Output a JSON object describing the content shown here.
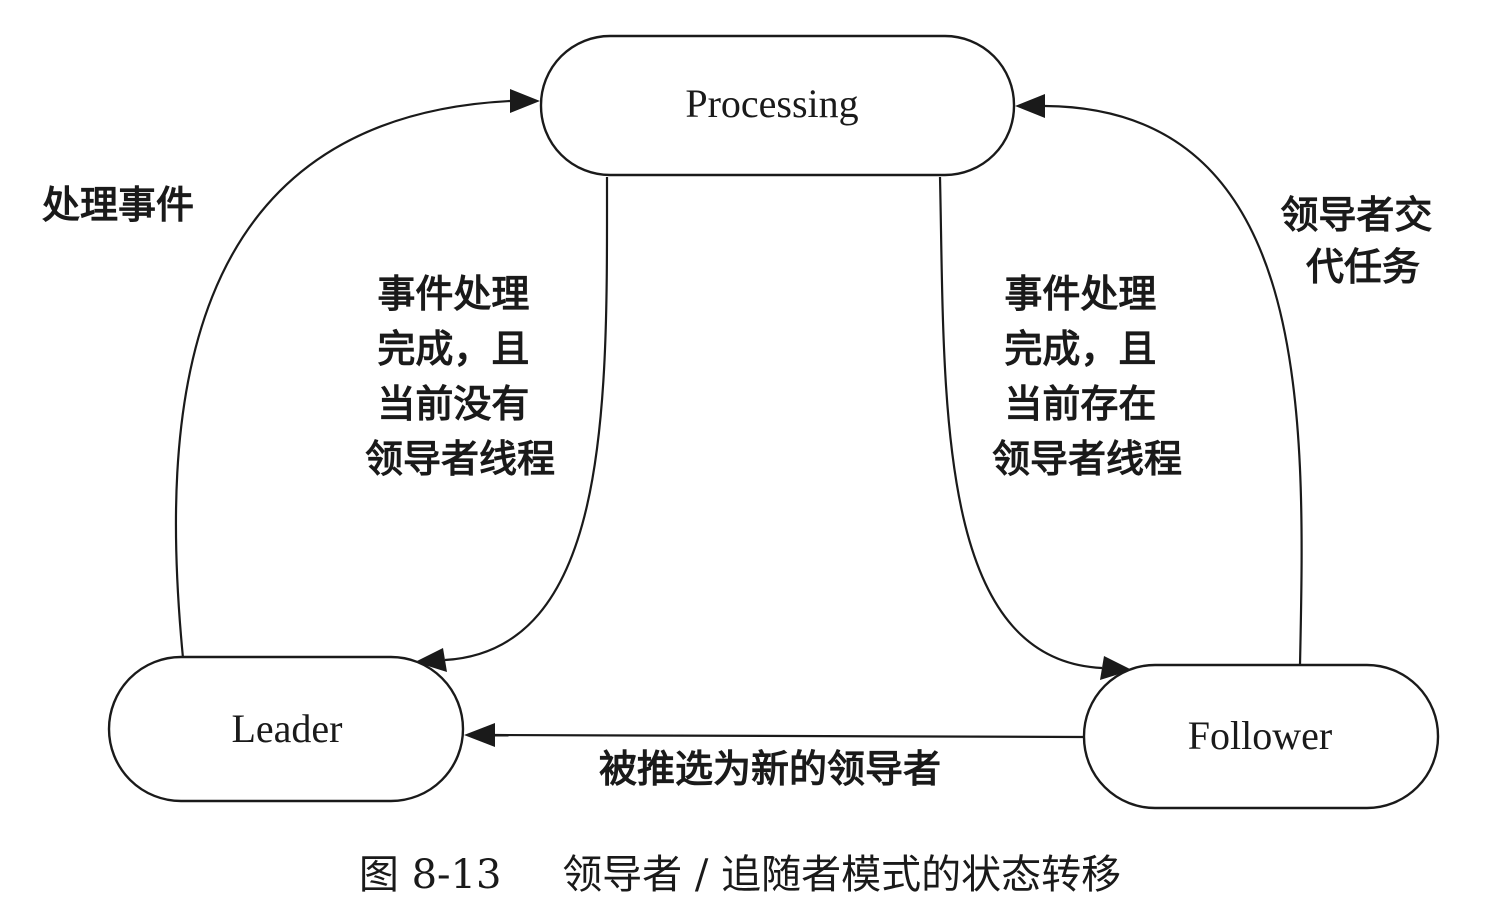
{
  "states": {
    "processing": "Processing",
    "leader": "Leader",
    "follower": "Follower"
  },
  "transitions": {
    "leader_to_processing": [
      "处理事件"
    ],
    "processing_to_leader": [
      "事件处理",
      "完成，且",
      "当前没有",
      "领导者线程"
    ],
    "processing_to_follower": [
      "事件处理",
      "完成，且",
      "当前存在",
      "领导者线程"
    ],
    "follower_to_processing": [
      "领导者交",
      "代任务"
    ],
    "follower_to_leader": [
      "被推选为新的领导者"
    ]
  },
  "caption": {
    "number": "图 8-13",
    "title": "领导者 / 追随者模式的状态转移"
  }
}
